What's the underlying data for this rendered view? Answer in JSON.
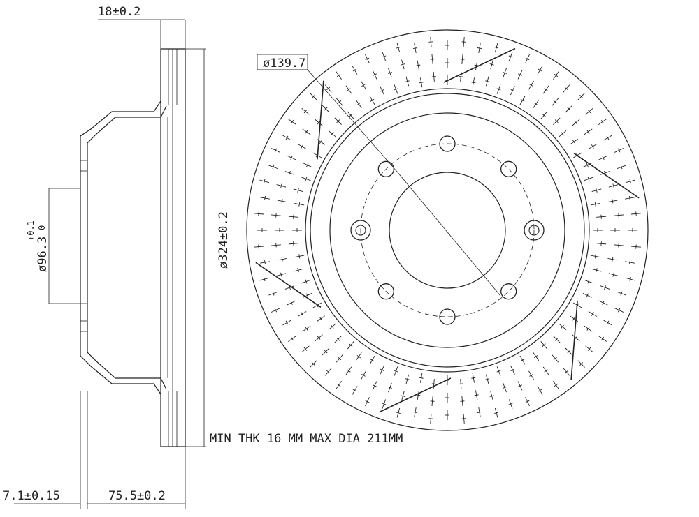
{
  "colors": {
    "line": "#222222",
    "background": "#ffffff"
  },
  "labels": {
    "hat_thickness": "18±0.2",
    "bolt_circle": "ø139.7",
    "center_bore_main": "ø96.3",
    "center_bore_tol_upper": "+0.1",
    "center_bore_tol_lower": "0",
    "outer_diameter": "ø324±0.2",
    "min_thk_note": "MIN THK 16 MM MAX DIA 211MM",
    "flange_thickness": "7.1±0.15",
    "overall_height": "75.5±0.2"
  },
  "front_view": {
    "bolt_hole_count": 8,
    "slot_count": 6
  }
}
